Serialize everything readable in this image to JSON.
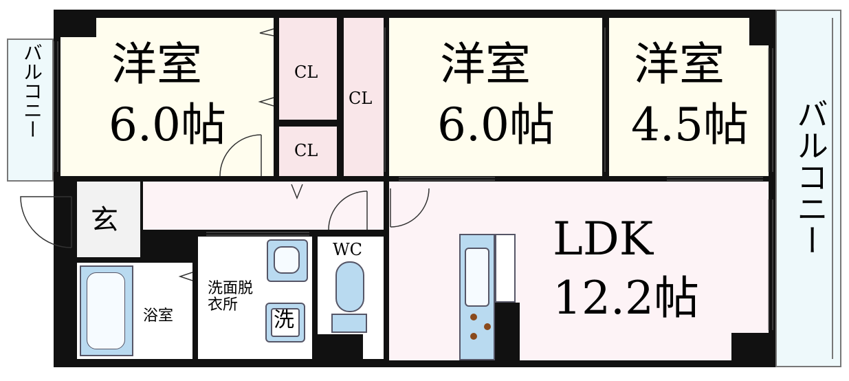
{
  "rooms": {
    "bedroom_left": {
      "name": "洋室",
      "size": "6.0帖"
    },
    "bedroom_center": {
      "name": "洋室",
      "size": "6.0帖"
    },
    "bedroom_right": {
      "name": "洋室",
      "size": "4.5帖"
    },
    "ldk": {
      "name": "LDK",
      "size": "12.2帖"
    },
    "closet_1": "CL",
    "closet_2": "CL",
    "closet_3": "CL",
    "entrance": "玄",
    "bathroom": "浴室",
    "washroom": "洗面脱\n衣所",
    "washer": "洗",
    "toilet": "WC",
    "balcony_left": "バルコニー",
    "balcony_right": "バルコニー"
  },
  "colors": {
    "wall": "#111111",
    "bedroom": "#fffdee",
    "ldk": "#fdf3f6",
    "closet": "#f9e6e9",
    "balcony": "#eef9fb",
    "fixture": "#b9daf0"
  }
}
